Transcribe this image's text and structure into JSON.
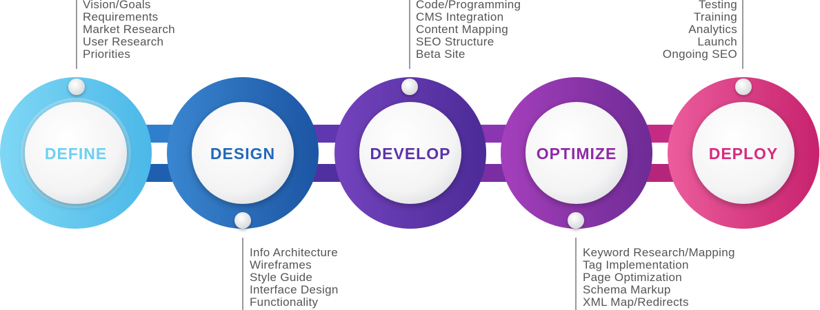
{
  "stages": [
    {
      "label": "DEFINE",
      "color": "#6dd0f2",
      "ring_light": "#8fdcf6",
      "ring_dark": "#45b4e6"
    },
    {
      "label": "DESIGN",
      "color": "#2469b9",
      "ring_light": "#3f8bd4",
      "ring_dark": "#1d57a6"
    },
    {
      "label": "DEVELOP",
      "color": "#5b34a8",
      "ring_light": "#7a46c2",
      "ring_dark": "#4a2a94"
    },
    {
      "label": "OPTIMIZE",
      "color": "#8f2aa6",
      "ring_light": "#a03fb8",
      "ring_dark": "#6f2a94"
    },
    {
      "label": "DEPLOY",
      "color": "#d92a7d",
      "ring_light": "#e85a9a",
      "ring_dark": "#c9236f"
    }
  ],
  "lists": {
    "define": [
      "Vision/Goals",
      "Requirements",
      "Market Research",
      "User Research",
      "Priorities"
    ],
    "design": [
      "Info Architecture",
      "Wireframes",
      "Style Guide",
      "Interface Design",
      "Functionality"
    ],
    "develop": [
      "Code/Programming",
      "CMS Integration",
      "Content Mapping",
      "SEO Structure",
      "Beta Site"
    ],
    "optimize": [
      "Keyword Research/Mapping",
      "Tag Implementation",
      "Page Optimization",
      "Schema Markup",
      "XML Map/Redirects"
    ],
    "deploy": [
      "Testing",
      "Training",
      "Analytics",
      "Launch",
      "Ongoing SEO"
    ]
  }
}
